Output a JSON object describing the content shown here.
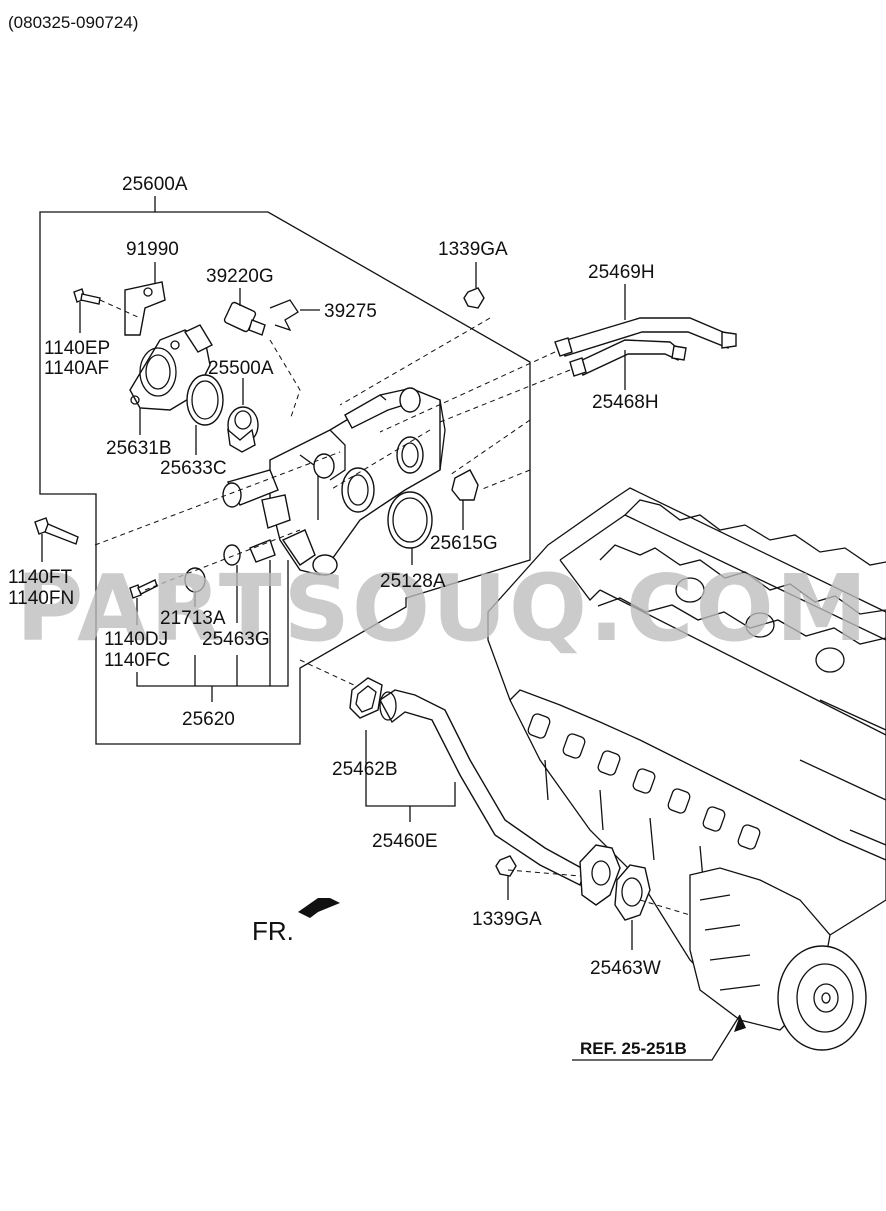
{
  "header": {
    "code": "(080325-090724)"
  },
  "watermark": "PARTSOUQ.COM",
  "direction": {
    "label": "FR."
  },
  "reference": {
    "label": "REF. 25-251B"
  },
  "parts": {
    "p25600A": "25600A",
    "p91990": "91990",
    "p1140EP": "1140EP",
    "p1140AF": "1140AF",
    "p39220G": "39220G",
    "p39275": "39275",
    "p1339GA_top": "1339GA",
    "p25469H": "25469H",
    "p25468H": "25468H",
    "p25500A": "25500A",
    "p25631B": "25631B",
    "p25633C": "25633C",
    "p25615G": "25615G",
    "p1140FT": "1140FT",
    "p1140FN": "1140FN",
    "p25128A": "25128A",
    "p21713A": "21713A",
    "p25463G": "25463G",
    "p1140DJ": "1140DJ",
    "p1140FC": "1140FC",
    "p25620": "25620",
    "p25462B": "25462B",
    "p25460E": "25460E",
    "p1339GA_bottom": "1339GA",
    "p25463W": "25463W"
  },
  "icons": [
    "direction-arrow-icon"
  ]
}
